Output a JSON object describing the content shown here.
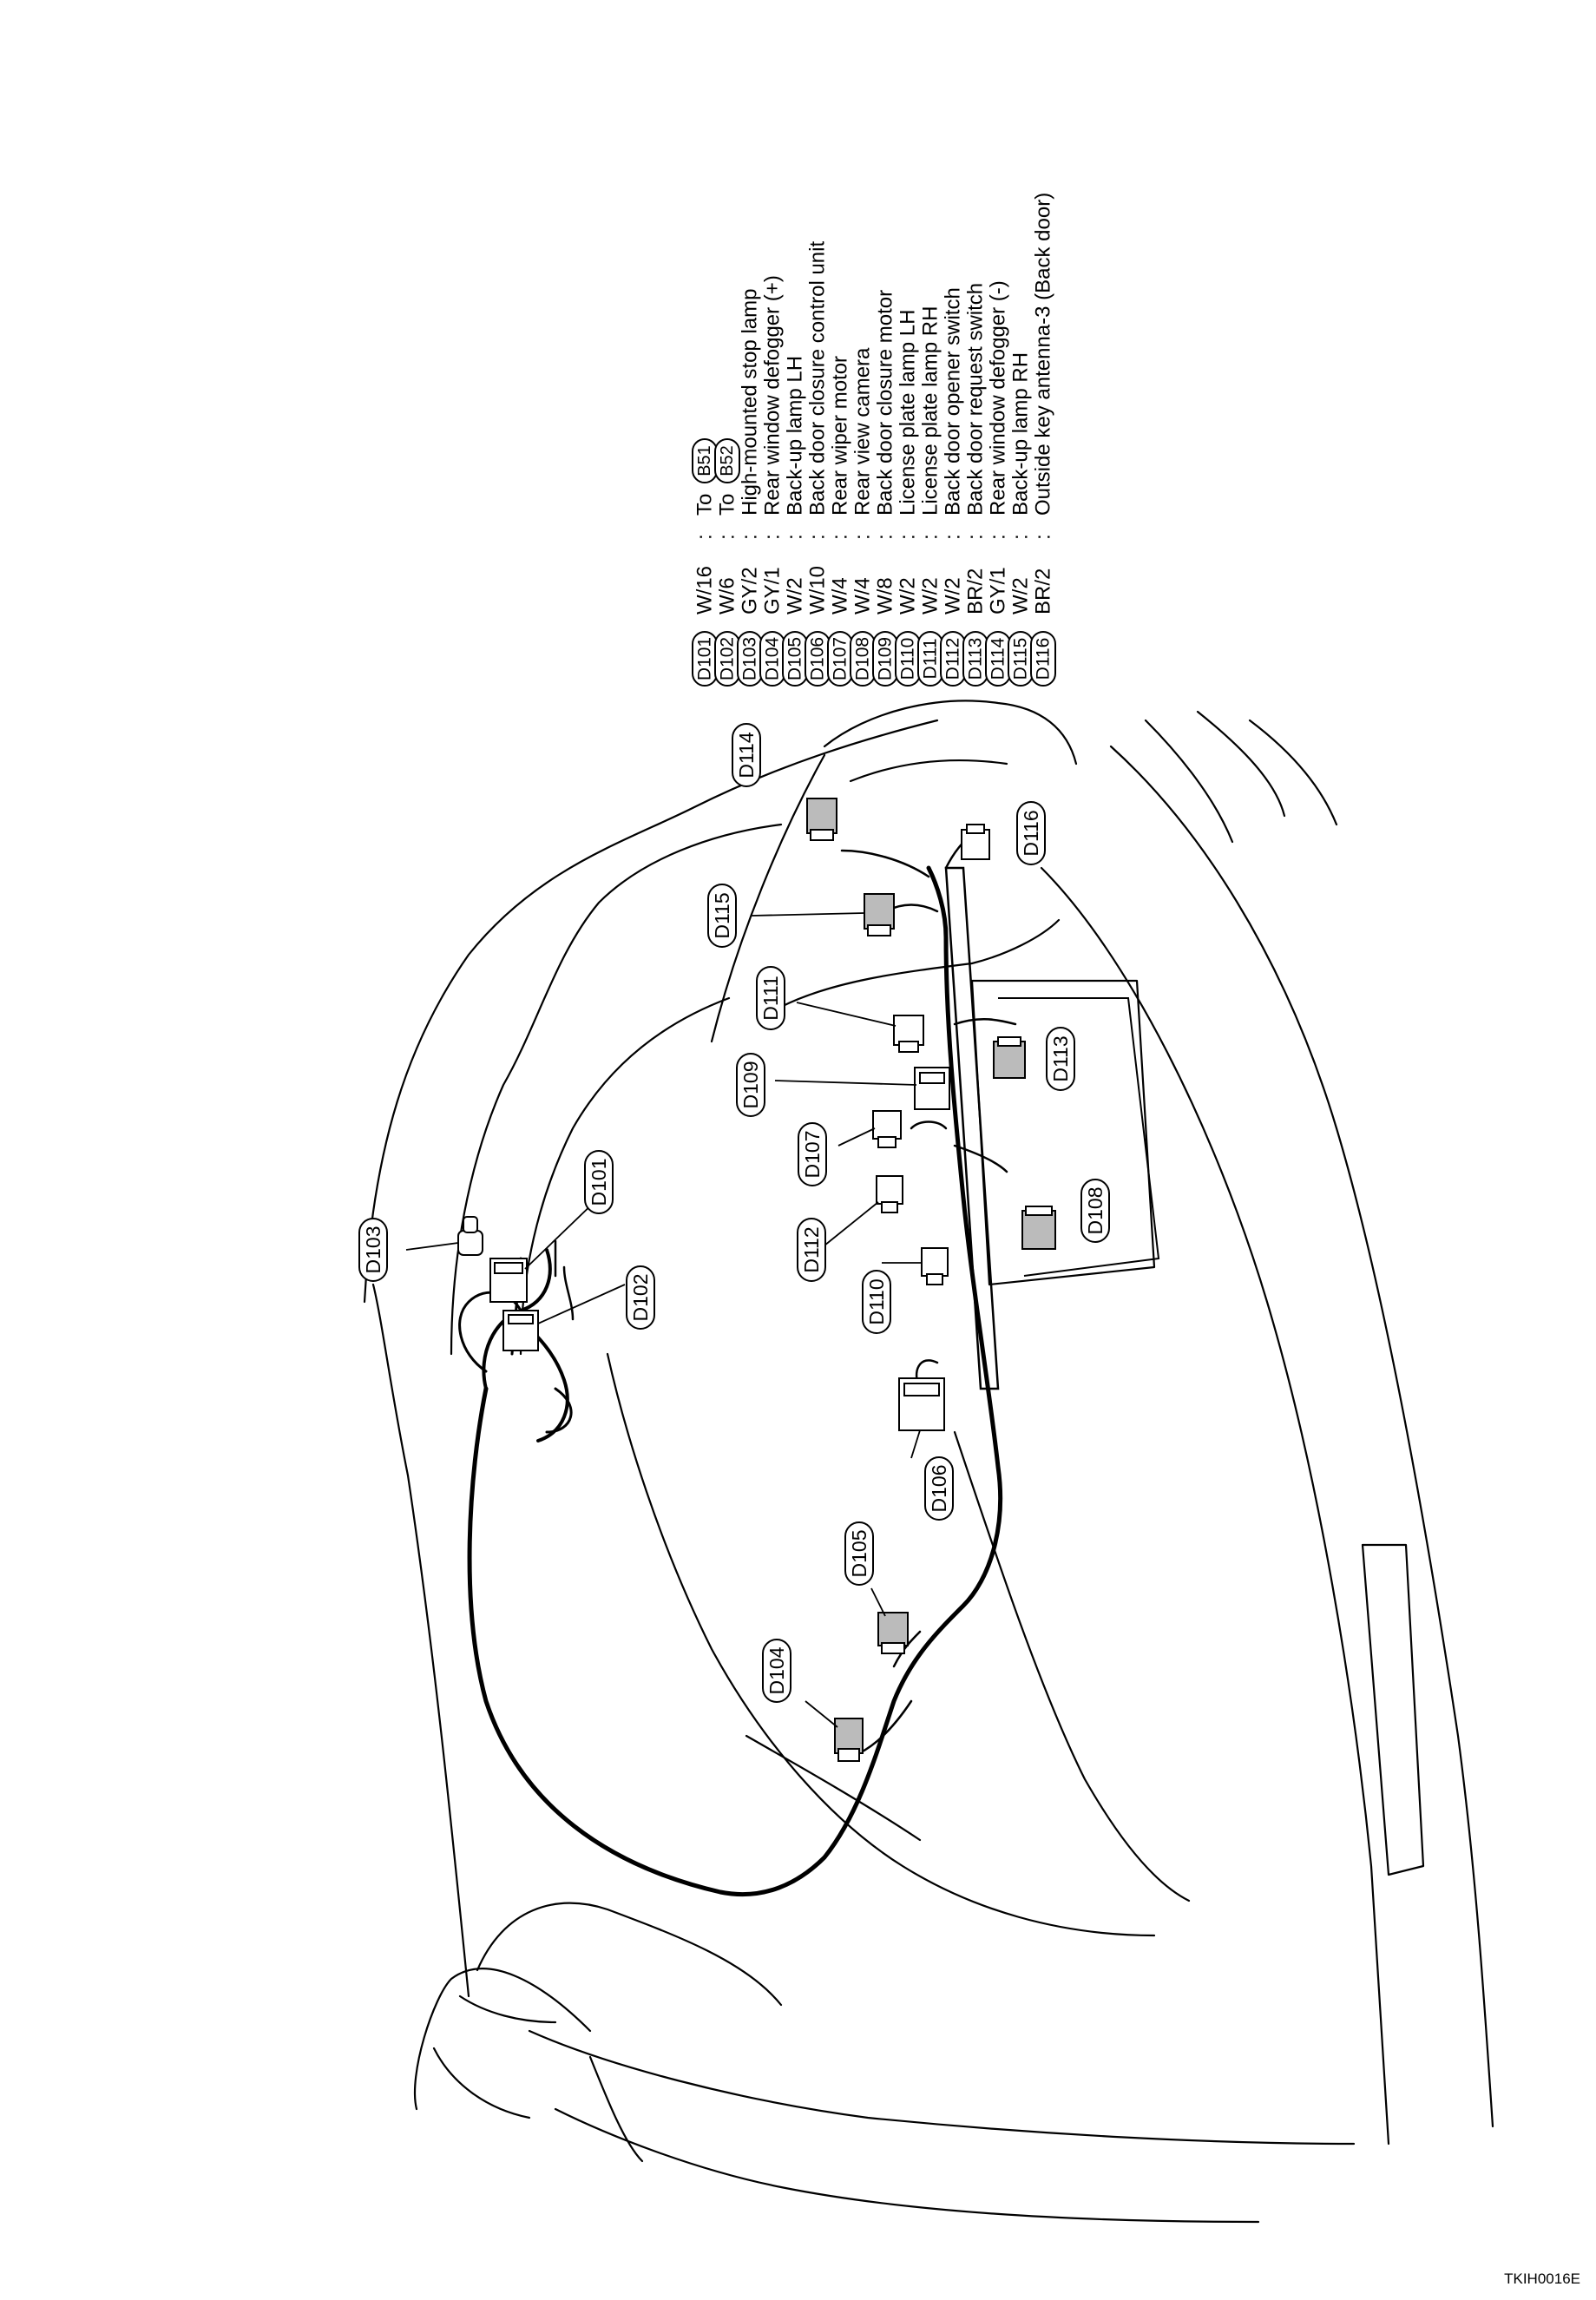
{
  "figure_id": "TKIH0016E",
  "legend": [
    {
      "code": "D101",
      "wire": "W/16",
      "sep": ":",
      "desc_prefix": "To",
      "ref": "B51",
      "desc": ""
    },
    {
      "code": "D102",
      "wire": "W/6",
      "sep": ":",
      "desc_prefix": "To",
      "ref": "B52",
      "desc": ""
    },
    {
      "code": "D103",
      "wire": "GY/2",
      "sep": ":",
      "desc_prefix": "",
      "ref": "",
      "desc": "High-mounted stop lamp"
    },
    {
      "code": "D104",
      "wire": "GY/1",
      "sep": ":",
      "desc_prefix": "",
      "ref": "",
      "desc": "Rear window defogger (+)"
    },
    {
      "code": "D105",
      "wire": "W/2",
      "sep": ":",
      "desc_prefix": "",
      "ref": "",
      "desc": "Back-up lamp LH"
    },
    {
      "code": "D106",
      "wire": "W/10",
      "sep": ":",
      "desc_prefix": "",
      "ref": "",
      "desc": "Back door closure control unit"
    },
    {
      "code": "D107",
      "wire": "W/4",
      "sep": ":",
      "desc_prefix": "",
      "ref": "",
      "desc": "Rear wiper motor"
    },
    {
      "code": "D108",
      "wire": "W/4",
      "sep": ":",
      "desc_prefix": "",
      "ref": "",
      "desc": "Rear view camera"
    },
    {
      "code": "D109",
      "wire": "W/8",
      "sep": ":",
      "desc_prefix": "",
      "ref": "",
      "desc": "Back door closure motor"
    },
    {
      "code": "D110",
      "wire": "W/2",
      "sep": ":",
      "desc_prefix": "",
      "ref": "",
      "desc": "License plate lamp LH"
    },
    {
      "code": "D111",
      "wire": "W/2",
      "sep": ":",
      "desc_prefix": "",
      "ref": "",
      "desc": "License plate lamp RH"
    },
    {
      "code": "D112",
      "wire": "W/2",
      "sep": ":",
      "desc_prefix": "",
      "ref": "",
      "desc": "Back door opener switch"
    },
    {
      "code": "D113",
      "wire": "BR/2",
      "sep": ":",
      "desc_prefix": "",
      "ref": "",
      "desc": "Back door request switch"
    },
    {
      "code": "D114",
      "wire": "GY/1",
      "sep": ":",
      "desc_prefix": "",
      "ref": "",
      "desc": "Rear window defogger (-)"
    },
    {
      "code": "D115",
      "wire": "W/2",
      "sep": ":",
      "desc_prefix": "",
      "ref": "",
      "desc": "Back-up lamp RH"
    },
    {
      "code": "D116",
      "wire": "BR/2",
      "sep": ":",
      "desc_prefix": "",
      "ref": "",
      "desc": "Outside key antenna-3 (Back door)"
    }
  ],
  "callouts": [
    "D103",
    "D101",
    "D102",
    "D104",
    "D105",
    "D106",
    "D110",
    "D112",
    "D107",
    "D109",
    "D111",
    "D108",
    "D113",
    "D115",
    "D114",
    "D116"
  ]
}
